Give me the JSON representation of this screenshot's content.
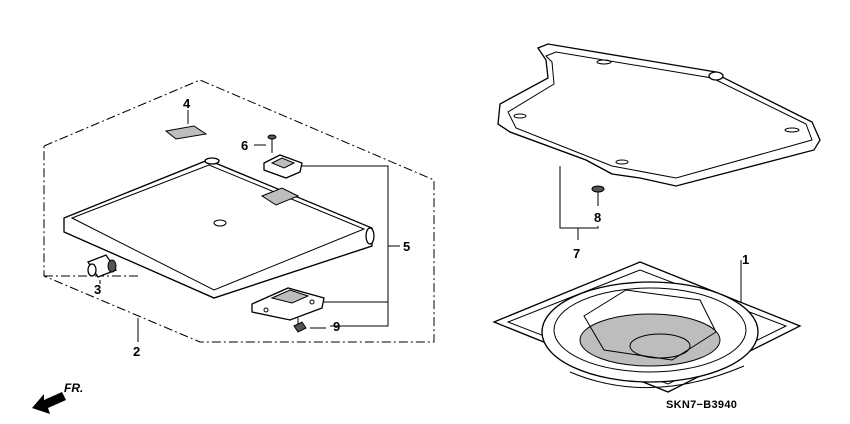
{
  "diagram": {
    "drawing_code": "SKN7−B3940",
    "front_marker": "FR.",
    "callouts": [
      {
        "id": "c1",
        "number": "1"
      },
      {
        "id": "c2",
        "number": "2"
      },
      {
        "id": "c3",
        "number": "3"
      },
      {
        "id": "c4",
        "number": "4"
      },
      {
        "id": "c5",
        "number": "5"
      },
      {
        "id": "c6",
        "number": "6"
      },
      {
        "id": "c7",
        "number": "7"
      },
      {
        "id": "c8",
        "number": "8"
      },
      {
        "id": "c9",
        "number": "9"
      }
    ]
  }
}
